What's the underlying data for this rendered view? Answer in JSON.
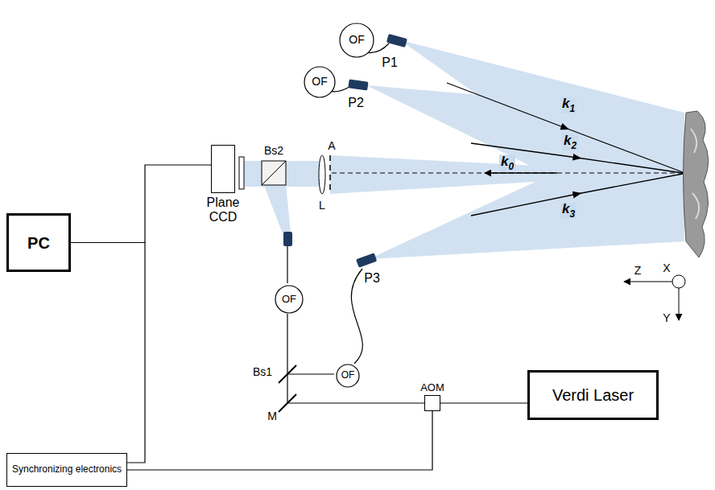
{
  "diagram": {
    "nodes": [
      {
        "text": [
          "OF"
        ]
      },
      {
        "text": [
          "OF"
        ]
      },
      {
        "text": [
          "Plane CCD"
        ]
      },
      {
        "text": [
          "PC"
        ]
      },
      {
        "text": [
          "OF"
        ]
      },
      {
        "text": [
          "Verdi Laser"
        ]
      },
      {
        "text": [
          "AOM"
        ]
      },
      {
        "text": [
          "OF"
        ]
      },
      {
        "text": [
          "Synchronizing electronics"
        ]
      }
    ],
    "edges": [
      {
        "from": 3,
        "to": 2,
        "arrow": "none"
      },
      {
        "from": 3,
        "to": 8,
        "arrow": "none"
      },
      {
        "from": 8,
        "to": 6,
        "arrow": "none"
      },
      {
        "from": 5,
        "to": 6,
        "arrow": "none"
      }
    ],
    "labels": [
      "P1",
      "P2",
      "k1",
      "k2",
      "A",
      "L",
      "Bs2",
      "k0",
      "k3",
      "P3",
      "X",
      "Z",
      "Y",
      "Bs1",
      "M"
    ]
  }
}
